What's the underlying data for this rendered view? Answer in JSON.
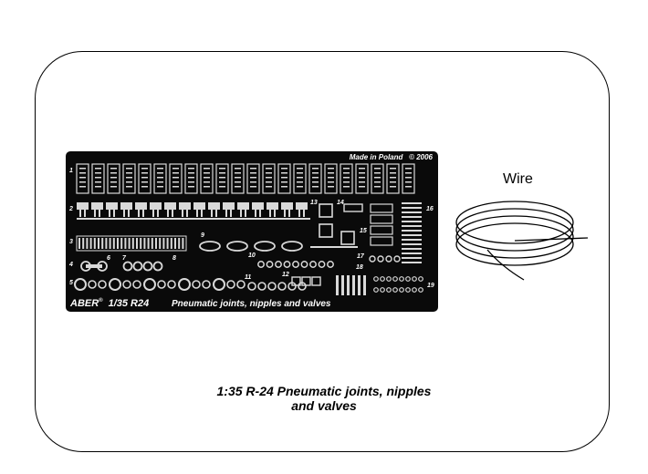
{
  "fret": {
    "made_in": "Made in Poland",
    "copyright": "© 2006",
    "brand": "ABER",
    "registered": "®",
    "scale_code": "1/35 R24",
    "description": "Pneumatic joints, nipples and valves",
    "part_numbers": [
      "1",
      "2",
      "3",
      "4",
      "5",
      "6",
      "7",
      "8",
      "9",
      "10",
      "11",
      "12",
      "13",
      "14",
      "15",
      "16",
      "17",
      "18",
      "19"
    ]
  },
  "wire": {
    "label": "Wire"
  },
  "caption": {
    "line1": "1:35  R-24   Pneumatic joints, nipples",
    "line2": "and valves"
  },
  "colors": {
    "fret": "#0a0a0a",
    "metal": "#d9d9d9",
    "background": "#ffffff",
    "outline": "#000000"
  }
}
